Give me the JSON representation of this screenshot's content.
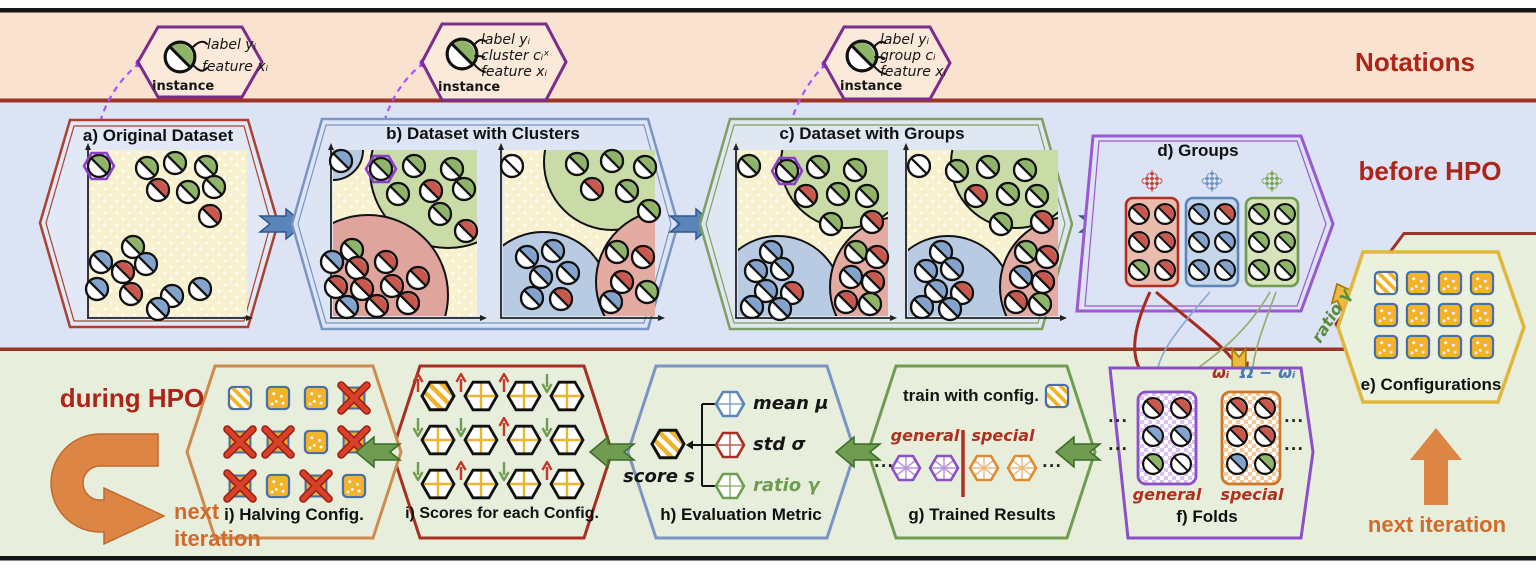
{
  "colors": {
    "notations_band": "#f9e2cf",
    "before_band": "#dce3f4",
    "during_band": "#e7efdc",
    "heading_red": "#ae2417",
    "accent_orange": "#d97b3f",
    "accent_purple": "#8b3fc6",
    "config_yellow": "#f3b32a"
  },
  "notations": {
    "title": "Notations",
    "instances": [
      {
        "lines": [
          "label yᵢ",
          "feature xᵢ"
        ],
        "caption": "instance"
      },
      {
        "lines": [
          "label yᵢ",
          "cluster cᵢˣ",
          "feature xᵢ"
        ],
        "caption": "instance"
      },
      {
        "lines": [
          "label yᵢ",
          "group cᵢ",
          "feature xᵢ"
        ],
        "caption": "instance"
      }
    ]
  },
  "before_hpo": {
    "title": "before HPO",
    "panel_a": "a) Original Dataset",
    "panel_b": "b) Dataset with Clusters",
    "panel_c": "c) Dataset with Groups",
    "panel_d": "d) Groups"
  },
  "during_hpo": {
    "title": "during HPO",
    "panel_e": "e) Configurations",
    "panel_f": "f) Folds",
    "panel_g": "g) Trained Results",
    "panel_h": "h) Evaluation Metric",
    "panel_i_scores": "i) Scores for each Config.",
    "panel_i_halving": "i) Halving Config.",
    "train_with_config": "train with config.",
    "general": "general",
    "special": "special",
    "mean": "mean μ",
    "std": "std σ",
    "ratio": "ratio γ",
    "score": "score s",
    "ratio_gamma": "ratio γ",
    "omega_i": "ωᵢ",
    "omega_rest": "Ω − ωᵢ",
    "next_word": "next",
    "iteration_word": "iteration",
    "next_iteration": "next iteration",
    "ellipsis": "..."
  }
}
